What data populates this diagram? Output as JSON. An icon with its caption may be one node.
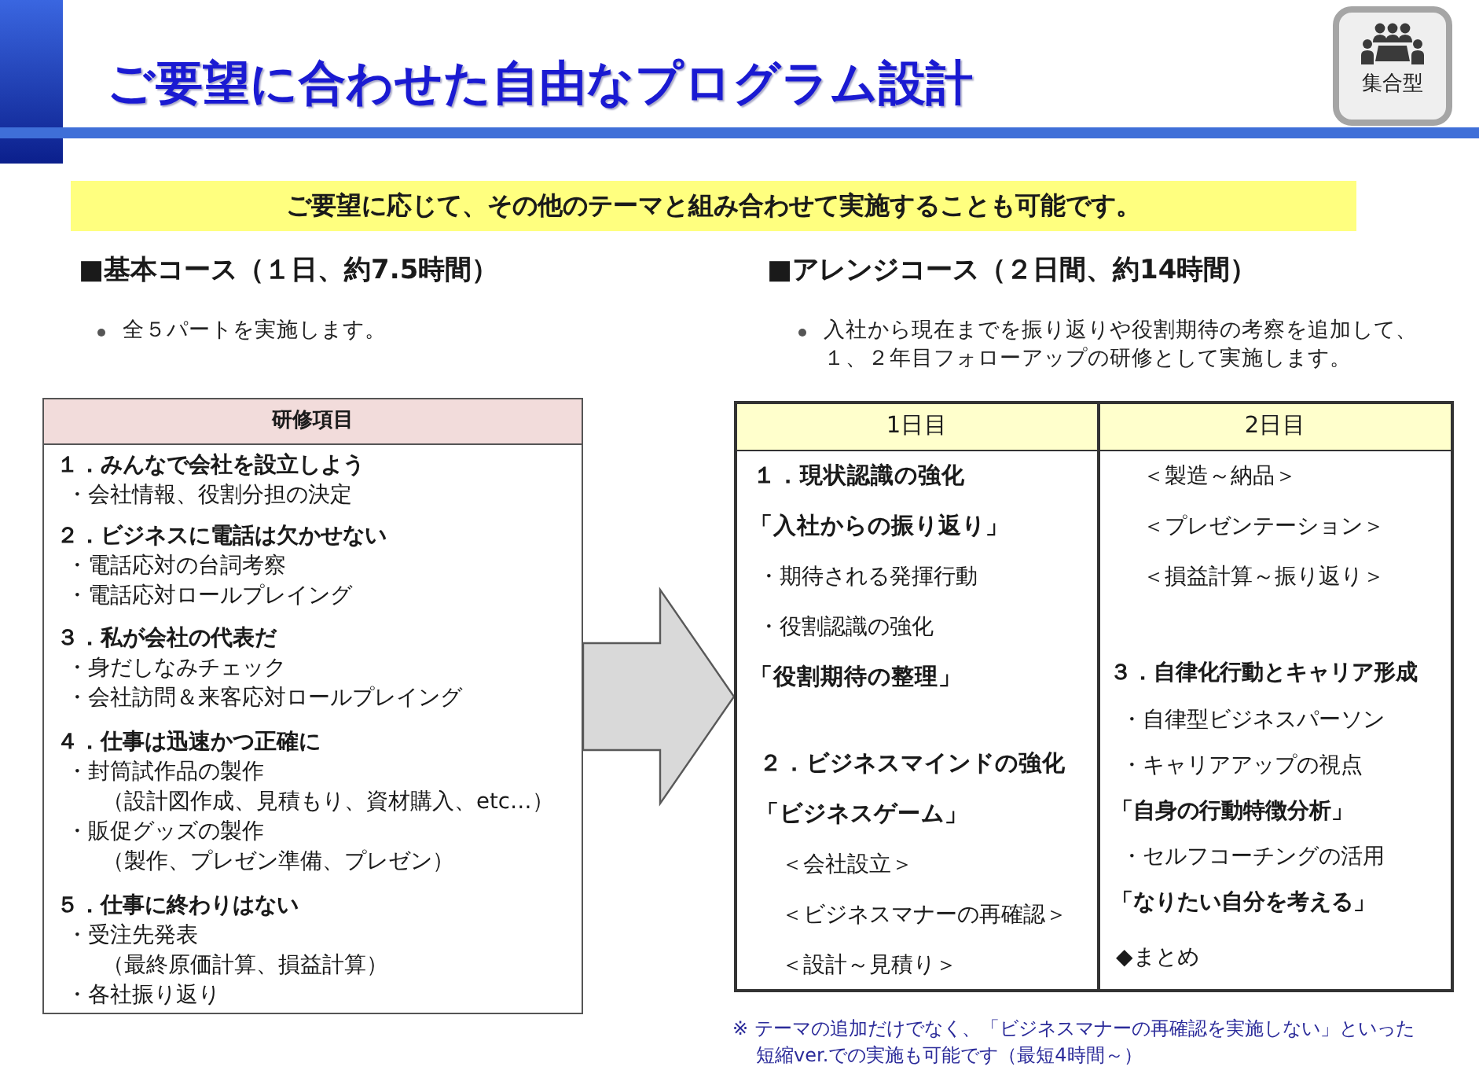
{
  "diagram": {
    "title": "ご要望に合わせた自由なプログラム設計",
    "nodes": [
      {
        "text": [
          "集合型"
        ]
      },
      {
        "text": [
          "ご要望に応じて、その他のテーマと組み合わせて実施することも可能です。"
        ]
      },
      {
        "text": [
          "研修項目",
          "１．みんなで会社を設立しよう",
          "・会社情報、役割分担の決定",
          "２．ビジネスに電話は欠かせない",
          "・電話応対の台詞考察",
          "・電話応対ロールプレイング",
          "３．私が会社の代表だ",
          "・身だしなみチェック",
          "・会社訪問＆来客応対ロールプレイング",
          "４．仕事は迅速かつ正確に",
          "・封筒試作品の製作",
          "（設計図作成、見積もり、資材購入、etc…）",
          "・販促グッズの製作",
          "（製作、プレゼン準備、プレゼン）",
          "５．仕事に終わりはない",
          "・受注先発表",
          "（最終原価計算、損益計算）",
          "・各社振り返り"
        ]
      },
      {
        "text": [],
        "shape": "box"
      },
      {
        "text": [
          "1日目",
          "１．現状認識の強化",
          "「入社からの振り返り」",
          "・期待される発揮行動",
          "・役割認識の強化",
          "「役割期待の整理」",
          "２．ビジネスマインドの強化",
          "「ビジネスゲーム」",
          "＜会社設立＞",
          "＜ビジネスマナーの再確認＞",
          "＜設計～見積り＞"
        ],
        "in": 3
      },
      {
        "text": [
          "2日目",
          "＜製造～納品＞",
          "＜プレゼンテーション＞",
          "＜損益計算～振り返り＞",
          "３．自律化行動とキャリア形成",
          "・自律型ビジネスパーソン",
          "・キャリアアップの視点",
          "「自身の行動特徴分析」",
          "・セルフコーチングの活用",
          "「なりたい自分を考える」",
          "◆まとめ"
        ],
        "in": 3
      }
    ],
    "edges": [
      {
        "from": 2,
        "to": 3,
        "arrow": "to",
        "style": "thick"
      }
    ],
    "labels": [
      "■基本コース（１日、約7.5時間）",
      "■アレンジコース（２日間、約14時間）",
      "全５パートを実施します。",
      "入社から現在までを振り返りや役割期待の考察を追加して、１、２年目フォローアップの研修として実施します。",
      "※ テーマの追加だけでなく、「ビジネスマナーの再確認を実施しない」といった短縮ver.での実施も可能です（最短4時間～）"
    ]
  }
}
